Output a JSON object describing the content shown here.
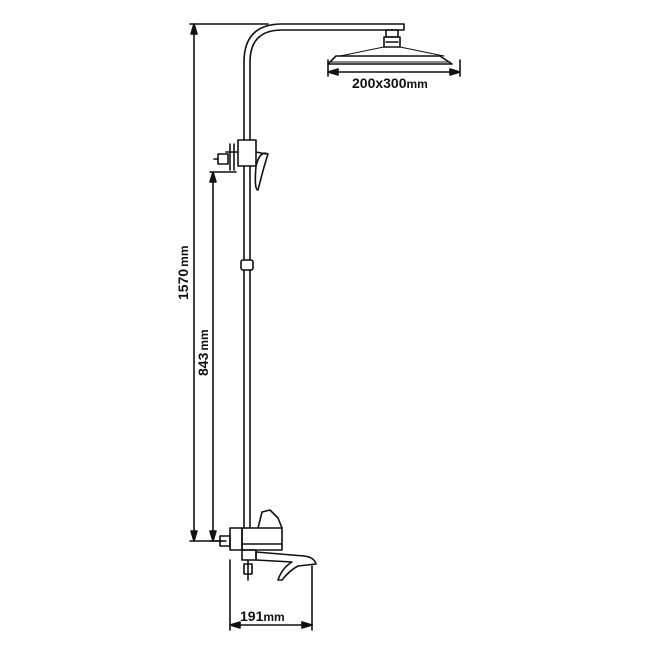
{
  "labels": {
    "head_size": "200x300",
    "head_size_unit": "mm",
    "total_height": "1570",
    "total_height_unit": "mm",
    "mixer_height": "843",
    "mixer_height_unit": "mm",
    "spout_depth": "191",
    "spout_depth_unit": "mm"
  },
  "colors": {
    "line": "#111111",
    "background": "#ffffff"
  }
}
